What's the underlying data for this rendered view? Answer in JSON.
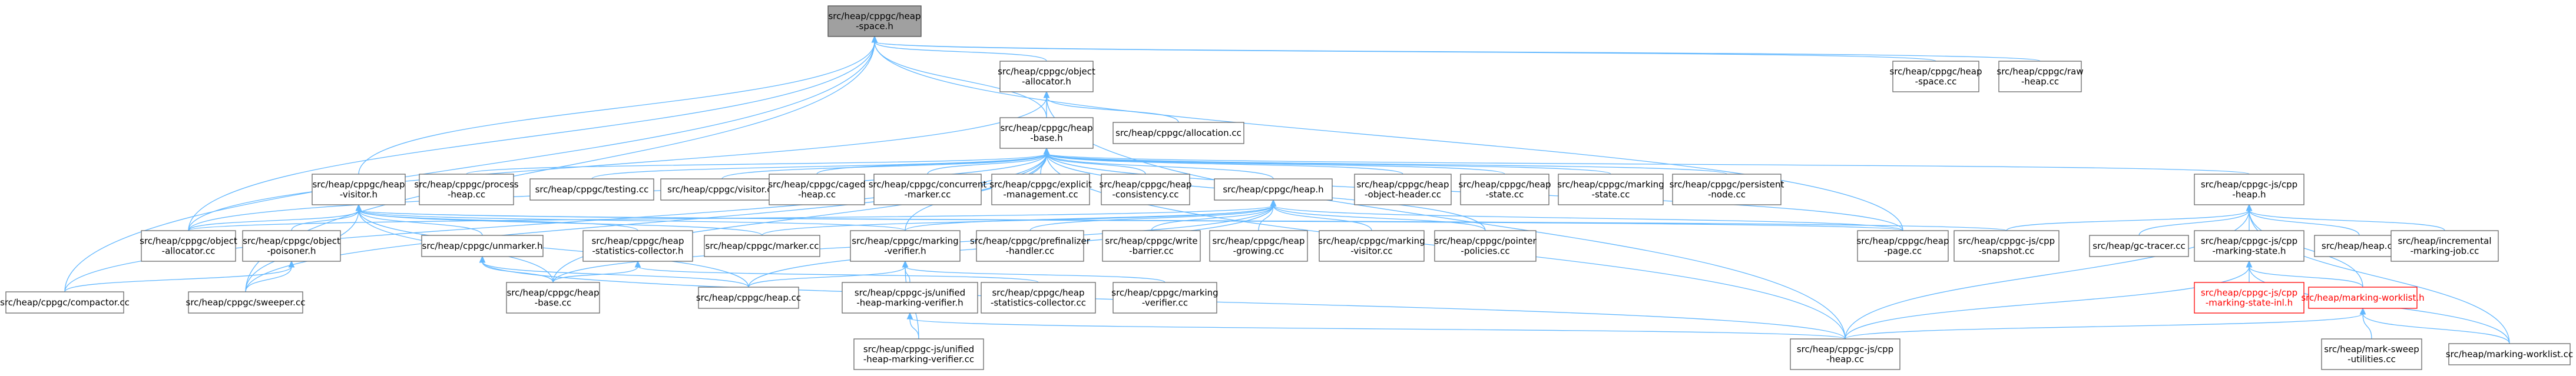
{
  "colors": {
    "edge": "#63b8ff",
    "node_border": "#666666",
    "root_fill": "#a0a0a0",
    "alert_text": "#ff0000"
  },
  "nodes": [
    {
      "id": "heap_space_h",
      "lines": [
        "src/heap/cppgc/heap",
        "-space.h"
      ],
      "style": "root"
    },
    {
      "id": "object_allocator_h",
      "lines": [
        "src/heap/cppgc/object",
        "-allocator.h"
      ]
    },
    {
      "id": "heap_space_cc",
      "lines": [
        "src/heap/cppgc/heap",
        "-space.cc"
      ]
    },
    {
      "id": "raw_heap_cc",
      "lines": [
        "src/heap/cppgc/raw",
        "-heap.cc"
      ]
    },
    {
      "id": "heap_base_h",
      "lines": [
        "src/heap/cppgc/heap",
        "-base.h"
      ]
    },
    {
      "id": "allocation_cc",
      "lines": [
        "src/heap/cppgc/allocation.cc"
      ]
    },
    {
      "id": "heap_visitor_h",
      "lines": [
        "src/heap/cppgc/heap",
        "-visitor.h"
      ]
    },
    {
      "id": "process_heap_cc",
      "lines": [
        "src/heap/cppgc/process",
        "-heap.cc"
      ]
    },
    {
      "id": "testing_cc",
      "lines": [
        "src/heap/cppgc/testing.cc"
      ]
    },
    {
      "id": "visitor_cc",
      "lines": [
        "src/heap/cppgc/visitor.cc"
      ]
    },
    {
      "id": "caged_heap_cc",
      "lines": [
        "src/heap/cppgc/caged",
        "-heap.cc"
      ]
    },
    {
      "id": "concurrent_marker_cc",
      "lines": [
        "src/heap/cppgc/concurrent",
        "-marker.cc"
      ]
    },
    {
      "id": "explicit_mgmt_cc",
      "lines": [
        "src/heap/cppgc/explicit",
        "-management.cc"
      ]
    },
    {
      "id": "heap_consistency_cc",
      "lines": [
        "src/heap/cppgc/heap",
        "-consistency.cc"
      ]
    },
    {
      "id": "heap_h",
      "lines": [
        "src/heap/cppgc/heap.h"
      ]
    },
    {
      "id": "heap_object_header_cc",
      "lines": [
        "src/heap/cppgc/heap",
        "-object-header.cc"
      ]
    },
    {
      "id": "heap_state_cc",
      "lines": [
        "src/heap/cppgc/heap",
        "-state.cc"
      ]
    },
    {
      "id": "marking_state_cc",
      "lines": [
        "src/heap/cppgc/marking",
        "-state.cc"
      ]
    },
    {
      "id": "persistent_node_cc",
      "lines": [
        "src/heap/cppgc/persistent",
        "-node.cc"
      ]
    },
    {
      "id": "cpp_heap_h",
      "lines": [
        "src/heap/cppgc-js/cpp",
        "-heap.h"
      ]
    },
    {
      "id": "object_allocator_cc",
      "lines": [
        "src/heap/cppgc/object",
        "-allocator.cc"
      ]
    },
    {
      "id": "object_poisoner_h",
      "lines": [
        "src/heap/cppgc/object",
        "-poisoner.h"
      ]
    },
    {
      "id": "unmarker_h",
      "lines": [
        "src/heap/cppgc/unmarker.h"
      ]
    },
    {
      "id": "heap_stats_collector_h",
      "lines": [
        "src/heap/cppgc/heap",
        "-statistics-collector.h"
      ]
    },
    {
      "id": "marker_cc",
      "lines": [
        "src/heap/cppgc/marker.cc"
      ]
    },
    {
      "id": "marking_verifier_h",
      "lines": [
        "src/heap/cppgc/marking",
        "-verifier.h"
      ]
    },
    {
      "id": "prefinalizer_cc",
      "lines": [
        "src/heap/cppgc/prefinalizer",
        "-handler.cc"
      ]
    },
    {
      "id": "write_barrier_cc",
      "lines": [
        "src/heap/cppgc/write",
        "-barrier.cc"
      ]
    },
    {
      "id": "heap_growing_cc",
      "lines": [
        "src/heap/cppgc/heap",
        "-growing.cc"
      ]
    },
    {
      "id": "marking_visitor_cc",
      "lines": [
        "src/heap/cppgc/marking",
        "-visitor.cc"
      ]
    },
    {
      "id": "pointer_policies_cc",
      "lines": [
        "src/heap/cppgc/pointer",
        "-policies.cc"
      ]
    },
    {
      "id": "heap_page_cc",
      "lines": [
        "src/heap/cppgc/heap",
        "-page.cc"
      ]
    },
    {
      "id": "cpp_snapshot_cc",
      "lines": [
        "src/heap/cppgc-js/cpp",
        "-snapshot.cc"
      ]
    },
    {
      "id": "gc_tracer_cc",
      "lines": [
        "src/heap/gc-tracer.cc"
      ]
    },
    {
      "id": "cpp_marking_state_h",
      "lines": [
        "src/heap/cppgc-js/cpp",
        "-marking-state.h"
      ]
    },
    {
      "id": "heap_heap_cc",
      "lines": [
        "src/heap/heap.cc"
      ]
    },
    {
      "id": "incremental_marking_job_cc",
      "lines": [
        "src/heap/incremental",
        "-marking-job.cc"
      ]
    },
    {
      "id": "compactor_cc",
      "lines": [
        "src/heap/cppgc/compactor.cc"
      ]
    },
    {
      "id": "sweeper_cc",
      "lines": [
        "src/heap/cppgc/sweeper.cc"
      ]
    },
    {
      "id": "heap_base_cc",
      "lines": [
        "src/heap/cppgc/heap",
        "-base.cc"
      ]
    },
    {
      "id": "heap_cc",
      "lines": [
        "src/heap/cppgc/heap.cc"
      ]
    },
    {
      "id": "unified_hmv_h",
      "lines": [
        "src/heap/cppgc-js/unified",
        "-heap-marking-verifier.h"
      ]
    },
    {
      "id": "heap_stats_collector_cc",
      "lines": [
        "src/heap/cppgc/heap",
        "-statistics-collector.cc"
      ]
    },
    {
      "id": "marking_verifier_cc",
      "lines": [
        "src/heap/cppgc/marking",
        "-verifier.cc"
      ]
    },
    {
      "id": "cpp_marking_state_inl_h",
      "lines": [
        "src/heap/cppgc-js/cpp",
        "-marking-state-inl.h"
      ],
      "style": "alert"
    },
    {
      "id": "marking_worklist_h",
      "lines": [
        "src/heap/marking-worklist.h"
      ],
      "style": "alert"
    },
    {
      "id": "unified_hmv_cc",
      "lines": [
        "src/heap/cppgc-js/unified",
        "-heap-marking-verifier.cc"
      ]
    },
    {
      "id": "cpp_heap_cc",
      "lines": [
        "src/heap/cppgc-js/cpp",
        "-heap.cc"
      ]
    },
    {
      "id": "mark_sweep_utilities_cc",
      "lines": [
        "src/heap/mark-sweep",
        "-utilities.cc"
      ]
    },
    {
      "id": "marking_worklist_cc",
      "lines": [
        "src/heap/marking-worklist.cc"
      ]
    }
  ],
  "edges": [
    [
      "object_allocator_h",
      "heap_space_h"
    ],
    [
      "heap_space_cc",
      "heap_space_h"
    ],
    [
      "raw_heap_cc",
      "heap_space_h"
    ],
    [
      "heap_base_h",
      "heap_space_h"
    ],
    [
      "heap_visitor_h",
      "heap_space_h"
    ],
    [
      "compactor_cc",
      "heap_space_h"
    ],
    [
      "sweeper_cc",
      "heap_space_h"
    ],
    [
      "object_allocator_cc",
      "heap_space_h"
    ],
    [
      "heap_page_cc",
      "heap_space_h"
    ],
    [
      "heap_base_h",
      "object_allocator_h"
    ],
    [
      "allocation_cc",
      "object_allocator_h"
    ],
    [
      "object_allocator_cc",
      "object_allocator_h"
    ],
    [
      "cpp_heap_cc",
      "object_allocator_h"
    ],
    [
      "process_heap_cc",
      "heap_base_h"
    ],
    [
      "testing_cc",
      "heap_base_h"
    ],
    [
      "visitor_cc",
      "heap_base_h"
    ],
    [
      "caged_heap_cc",
      "heap_base_h"
    ],
    [
      "concurrent_marker_cc",
      "heap_base_h"
    ],
    [
      "explicit_mgmt_cc",
      "heap_base_h"
    ],
    [
      "heap_consistency_cc",
      "heap_base_h"
    ],
    [
      "heap_h",
      "heap_base_h"
    ],
    [
      "heap_object_header_cc",
      "heap_base_h"
    ],
    [
      "heap_state_cc",
      "heap_base_h"
    ],
    [
      "marking_state_cc",
      "heap_base_h"
    ],
    [
      "persistent_node_cc",
      "heap_base_h"
    ],
    [
      "cpp_heap_h",
      "heap_base_h"
    ],
    [
      "object_allocator_cc",
      "heap_base_h"
    ],
    [
      "compactor_cc",
      "heap_base_h"
    ],
    [
      "sweeper_cc",
      "heap_base_h"
    ],
    [
      "heap_base_cc",
      "heap_base_h"
    ],
    [
      "cpp_heap_cc",
      "heap_base_h"
    ],
    [
      "heap_page_cc",
      "heap_base_h"
    ],
    [
      "pointer_policies_cc",
      "heap_base_h"
    ],
    [
      "marking_verifier_h",
      "heap_base_h"
    ],
    [
      "object_allocator_cc",
      "heap_visitor_h"
    ],
    [
      "object_poisoner_h",
      "heap_visitor_h"
    ],
    [
      "unmarker_h",
      "heap_visitor_h"
    ],
    [
      "heap_stats_collector_h",
      "heap_visitor_h"
    ],
    [
      "marker_cc",
      "heap_visitor_h"
    ],
    [
      "marking_verifier_h",
      "heap_visitor_h"
    ],
    [
      "sweeper_cc",
      "heap_visitor_h"
    ],
    [
      "heap_base_cc",
      "heap_visitor_h"
    ],
    [
      "heap_cc",
      "heap_visitor_h"
    ],
    [
      "heap_page_cc",
      "heap_visitor_h"
    ],
    [
      "cpp_snapshot_cc",
      "heap_visitor_h"
    ],
    [
      "compactor_cc",
      "object_poisoner_h"
    ],
    [
      "sweeper_cc",
      "object_poisoner_h"
    ],
    [
      "heap_base_cc",
      "unmarker_h"
    ],
    [
      "heap_cc",
      "unmarker_h"
    ],
    [
      "cpp_heap_cc",
      "unmarker_h"
    ],
    [
      "heap_base_cc",
      "heap_stats_collector_h"
    ],
    [
      "heap_stats_collector_cc",
      "heap_stats_collector_h"
    ],
    [
      "unified_hmv_h",
      "marking_verifier_h"
    ],
    [
      "marking_verifier_cc",
      "marking_verifier_h"
    ],
    [
      "heap_cc",
      "marking_verifier_h"
    ],
    [
      "unified_hmv_cc",
      "marking_verifier_h"
    ],
    [
      "unified_hmv_cc",
      "unified_hmv_h"
    ],
    [
      "cpp_heap_cc",
      "unified_hmv_h"
    ],
    [
      "object_allocator_cc",
      "heap_h"
    ],
    [
      "marker_cc",
      "heap_h"
    ],
    [
      "prefinalizer_cc",
      "heap_h"
    ],
    [
      "write_barrier_cc",
      "heap_h"
    ],
    [
      "heap_growing_cc",
      "heap_h"
    ],
    [
      "marking_visitor_cc",
      "heap_h"
    ],
    [
      "pointer_policies_cc",
      "heap_h"
    ],
    [
      "marking_verifier_h",
      "heap_h"
    ],
    [
      "heap_cc",
      "heap_h"
    ],
    [
      "heap_base_cc",
      "heap_h"
    ],
    [
      "heap_page_cc",
      "heap_h"
    ],
    [
      "cpp_snapshot_cc",
      "cpp_heap_h"
    ],
    [
      "gc_tracer_cc",
      "cpp_heap_h"
    ],
    [
      "cpp_marking_state_h",
      "cpp_heap_h"
    ],
    [
      "heap_heap_cc",
      "cpp_heap_h"
    ],
    [
      "incremental_marking_job_cc",
      "cpp_heap_h"
    ],
    [
      "marking_worklist_h",
      "cpp_heap_h"
    ],
    [
      "marking_worklist_cc",
      "cpp_heap_h"
    ],
    [
      "cpp_heap_cc",
      "cpp_heap_h"
    ],
    [
      "cpp_marking_state_inl_h",
      "cpp_marking_state_h"
    ],
    [
      "marking_worklist_h",
      "cpp_marking_state_h"
    ],
    [
      "cpp_heap_cc",
      "cpp_marking_state_h"
    ],
    [
      "marking_worklist_cc",
      "cpp_marking_state_h"
    ],
    [
      "cpp_heap_cc",
      "marking_worklist_h"
    ],
    [
      "mark_sweep_utilities_cc",
      "marking_worklist_h"
    ],
    [
      "marking_worklist_cc",
      "marking_worklist_h"
    ]
  ]
}
